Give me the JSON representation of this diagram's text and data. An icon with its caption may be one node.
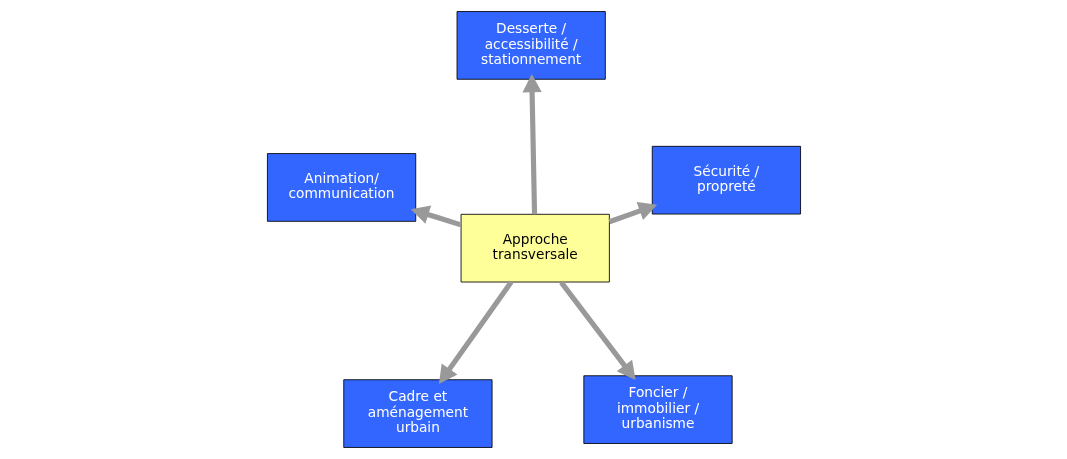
{
  "diagram": {
    "nodes": [
      {
        "text": [
          "Cadre et aménagement urbain"
        ]
      },
      {
        "text": [
          "Foncier / immobilier / urbanisme"
        ]
      },
      {
        "text": [
          "Approche transversale"
        ]
      },
      {
        "text": [
          "Desserte / accessibilité / stationnement"
        ]
      },
      {
        "text": [
          "Sécurité / propreté"
        ]
      },
      {
        "text": [
          "Animation/ communication"
        ]
      }
    ],
    "edges": [
      {
        "from": 2,
        "to": 0,
        "arrow": "to"
      },
      {
        "from": 2,
        "to": 1,
        "arrow": "to"
      },
      {
        "from": 2,
        "to": 3,
        "arrow": "to"
      },
      {
        "from": 2,
        "to": 5,
        "arrow": "to"
      },
      {
        "from": 2,
        "to": 4,
        "arrow": "to"
      }
    ]
  }
}
